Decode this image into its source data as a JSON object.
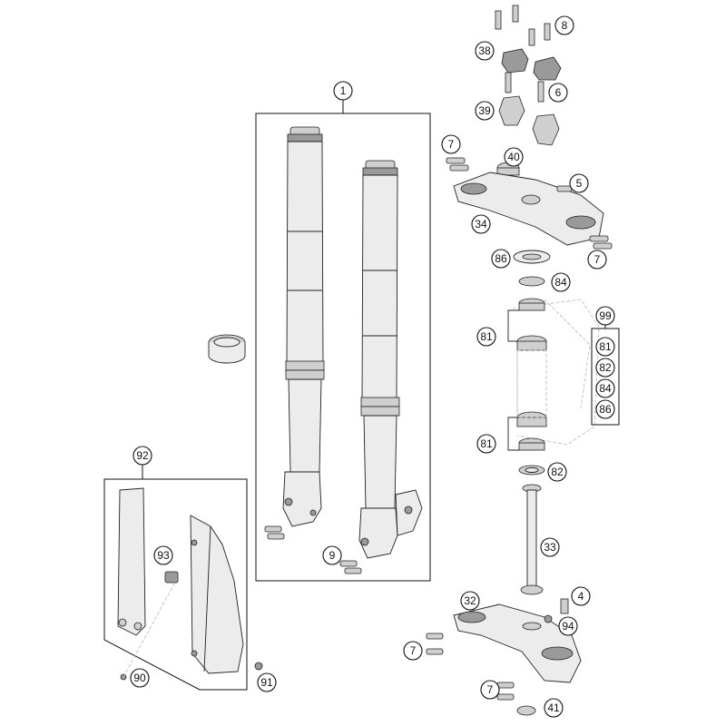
{
  "callouts": {
    "c1": "1",
    "c8": "8",
    "c38": "38",
    "c6": "6",
    "c39": "39",
    "c7a": "7",
    "c40": "40",
    "c5": "5",
    "c34": "34",
    "c7b": "7",
    "c86a": "86",
    "c84a": "84",
    "c99": "99",
    "c81a": "81",
    "k81": "81",
    "k82": "82",
    "k84": "84",
    "k86": "86",
    "c81b": "81",
    "c82": "82",
    "c33": "33",
    "c92": "92",
    "c93": "93",
    "c9": "9",
    "c32": "32",
    "c4": "4",
    "c94": "94",
    "c7c": "7",
    "c90": "90",
    "c91": "91",
    "c7d": "7",
    "c41": "41"
  }
}
